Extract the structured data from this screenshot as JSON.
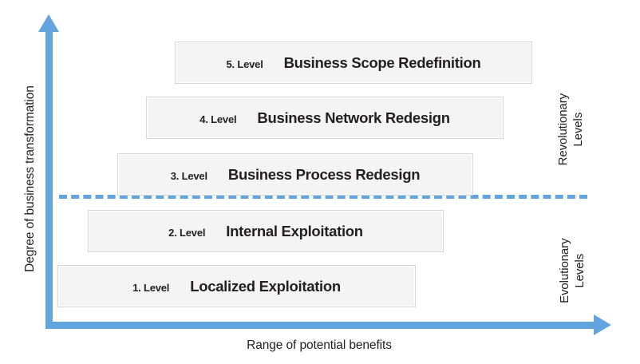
{
  "diagram": {
    "y_axis": {
      "label": "Degree of business transformation",
      "arrow_direction": "up"
    },
    "x_axis": {
      "label": "Range of potential benefits",
      "arrow_direction": "right"
    },
    "axis_color": "#62a4dd",
    "divider": {
      "style": "dashed",
      "color": "#62a4dd"
    },
    "levels": [
      {
        "number": "5. Level",
        "title": "Business Scope Redefinition",
        "group": "Revolutionary Levels"
      },
      {
        "number": "4. Level",
        "title": "Business Network Redesign",
        "group": "Revolutionary Levels"
      },
      {
        "number": "3. Level",
        "title": "Business Process Redesign",
        "group": "Revolutionary Levels"
      },
      {
        "number": "2. Level",
        "title": "Internal Exploitation",
        "group": "Evolutionary Levels"
      },
      {
        "number": "1. Level",
        "title": "Localized Exploitation",
        "group": "Evolutionary Levels"
      }
    ],
    "groups": {
      "upper": "Revolutionary\nLevels",
      "upper_line1": "Revolutionary",
      "upper_line2": "Levels",
      "lower": "Evolutionary\nLevels",
      "lower_line1": "Evolutionary",
      "lower_line2": "Levels"
    }
  }
}
